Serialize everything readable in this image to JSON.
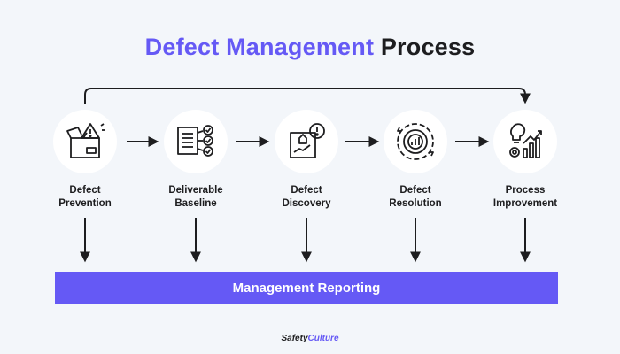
{
  "title": {
    "accent": "Defect Management",
    "rest": "Process"
  },
  "steps": [
    {
      "line1": "Defect",
      "line2": "Prevention",
      "icon": "box-warning-icon"
    },
    {
      "line1": "Deliverable",
      "line2": "Baseline",
      "icon": "checklist-icon"
    },
    {
      "line1": "Defect",
      "line2": "Discovery",
      "icon": "box-alert-icon"
    },
    {
      "line1": "Defect",
      "line2": "Resolution",
      "icon": "gear-chart-icon"
    },
    {
      "line1": "Process",
      "line2": "Improvement",
      "icon": "lightbulb-growth-icon"
    }
  ],
  "reporting": "Management Reporting",
  "brand": {
    "part1": "Safety",
    "part2": "Culture"
  },
  "colors": {
    "accent": "#6559f5",
    "text": "#1d1d1f",
    "background": "#f3f6fa"
  }
}
